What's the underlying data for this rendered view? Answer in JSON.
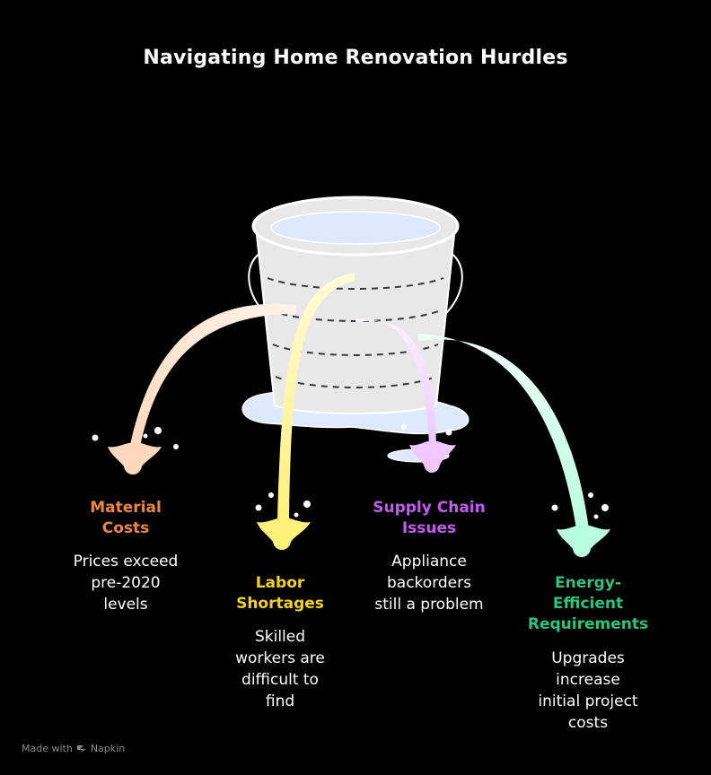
{
  "title": "Navigating Home Renovation Hurdles",
  "colors": {
    "background": "#000000",
    "material": "#e9874a",
    "labor": "#f5d21c",
    "supply": "#c05cf0",
    "energy": "#2ec27e",
    "bucket": "#e8e8e8",
    "water": "#dde9ff"
  },
  "items": [
    {
      "label": "Material\nCosts",
      "description": "Prices exceed\npre-2020\nlevels"
    },
    {
      "label": "Labor\nShortages",
      "description": "Skilled\nworkers are\ndifficult to\nfind"
    },
    {
      "label": "Supply Chain\nIssues",
      "description": "Appliance\nbackorders\nstill a problem"
    },
    {
      "label": "Energy-\nEfficient\nRequirements",
      "description": "Upgrades\nincrease\ninitial project\ncosts"
    }
  ],
  "footer": {
    "made_with": "Made with",
    "brand": "Napkin"
  }
}
